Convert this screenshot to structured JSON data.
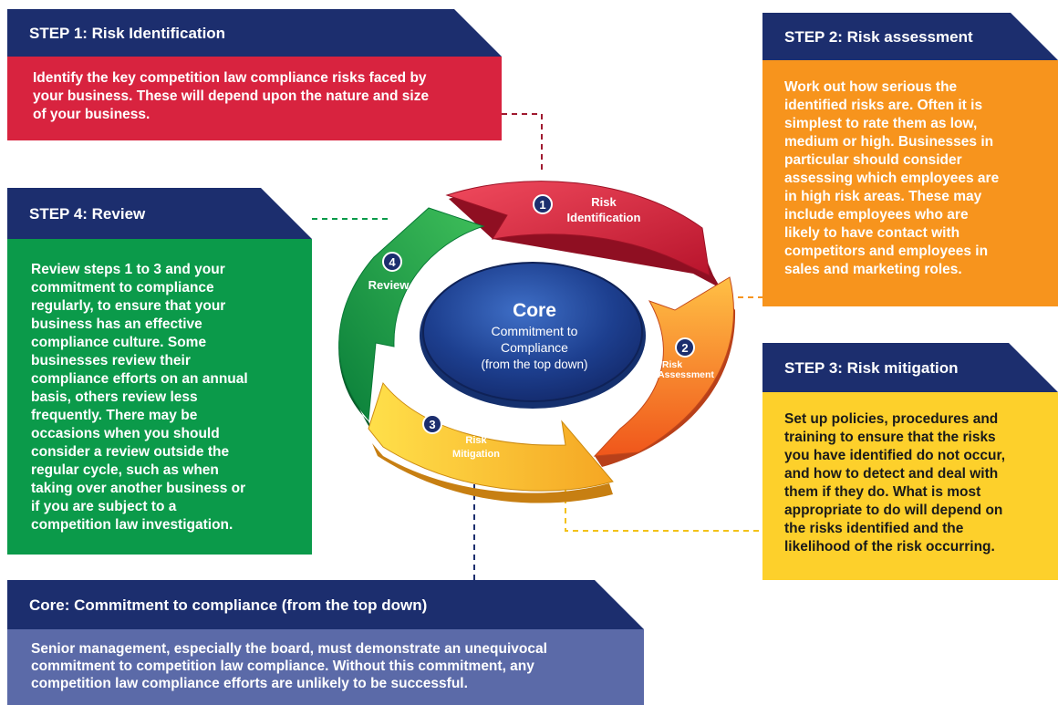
{
  "colors": {
    "navy": "#1c2e6e",
    "step1": "#d8233f",
    "step2": "#f7941d",
    "step3": "#fdd02b",
    "step4": "#0b9a4a",
    "core_panel": "#5b6aa8",
    "core_center": "#1d3f8f"
  },
  "step1": {
    "title": "STEP 1: Risk  Identification",
    "text": "Identify the key competition law compliance risks faced by\nyour business. These will depend upon the nature and size\nof your business."
  },
  "step2": {
    "title": "STEP 2: Risk assessment",
    "text": "Work out how serious the\nidentified risks are. Often it is\nsimplest to rate them as low,\nmedium or high. Businesses in\nparticular should consider\nassessing which employees are\nin high risk areas. These may\ninclude employees who are\nlikely to have contact with\ncompetitors and employees in\nsales and marketing roles."
  },
  "step3": {
    "title": "STEP 3: Risk mitigation",
    "text": "Set up policies, procedures and\ntraining to ensure that the risks\nyou have identified do not occur,\nand how to detect and deal with\nthem if they do. What is most\nappropriate to do will depend on\nthe risks identified and the\nlikelihood of the risk occurring."
  },
  "step4": {
    "title": "STEP 4: Review",
    "text": "Review steps 1 to 3 and your\ncommitment to compliance\nregularly, to ensure that your\nbusiness has an effective\ncompliance culture.  Some\nbusinesses review their\ncompliance efforts on an annual\nbasis, others review less\nfrequently.  There may be\noccasions when you should\nconsider a review outside the\nregular cycle, such as when\ntaking over another business or\nif you are subject to a\ncompetition law investigation."
  },
  "core": {
    "title": "Core: Commitment to compliance (from the top down)",
    "text": "Senior management, especially the board, must demonstrate an unequivocal\ncommitment to competition law compliance. Without this commitment, any\ncompetition law compliance efforts are unlikely to be successful."
  },
  "cycle": {
    "center_title": "Core",
    "center_line1": "Commitment to",
    "center_line2": "Compliance",
    "center_line3": "(from the top down)",
    "seg1_num": "1",
    "seg1_label1": "Risk",
    "seg1_label2": "Identification",
    "seg2_num": "2",
    "seg2_label1": "Risk",
    "seg2_label2": "Assessment",
    "seg3_num": "3",
    "seg3_label1": "Risk",
    "seg3_label2": "Mitigation",
    "seg4_num": "4",
    "seg4_label1": "Review"
  }
}
